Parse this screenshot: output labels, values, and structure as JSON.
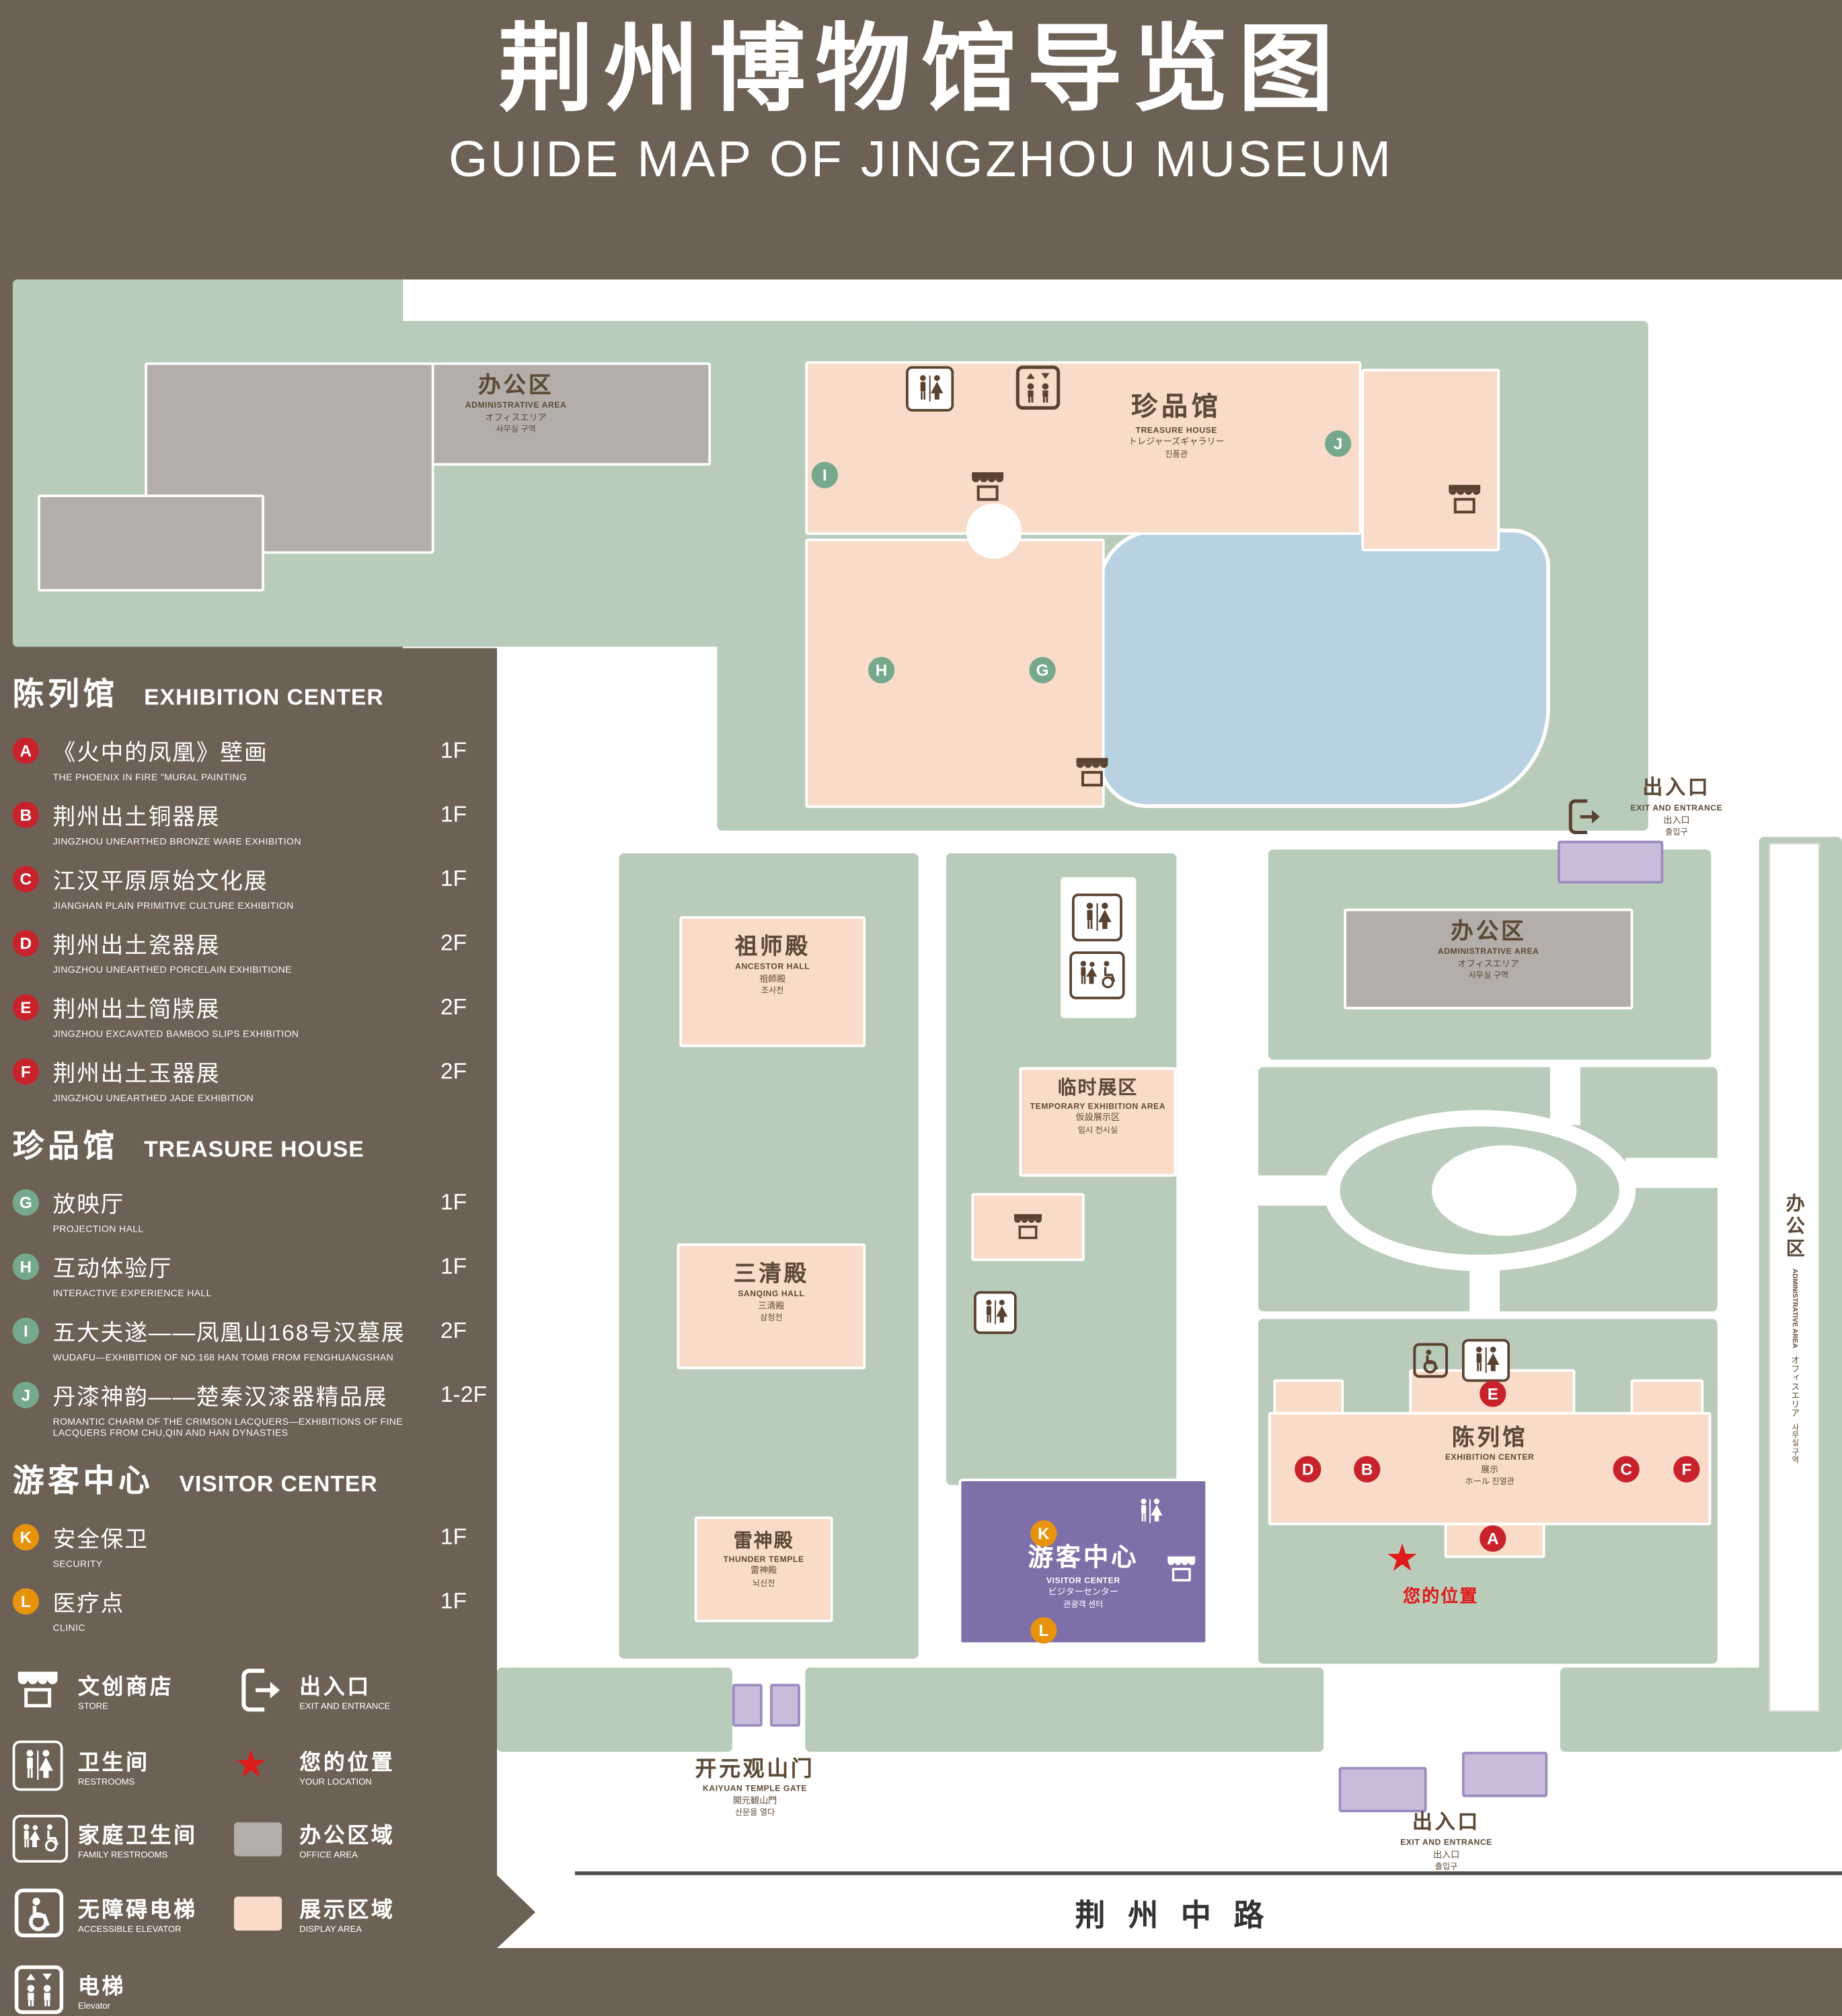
{
  "title": {
    "zh": "荆州博物馆导览图",
    "en": "GUIDE MAP OF JINGZHOU MUSEUM"
  },
  "palette": {
    "background": "#6D6156",
    "lawn": "#B9CCBA",
    "display_area": "#F8DCC9",
    "office_area": "#B3AEAA",
    "water": "#B8D2E2",
    "visitor_center": "#7F6FA8",
    "entrance": "#C9BCDB",
    "marker_red": "#C8232C",
    "marker_green": "#76A98C",
    "marker_orange": "#E8930C",
    "location_red": "#E01B1B"
  },
  "legend": {
    "sections": [
      {
        "title_zh": "陈列馆",
        "title_en": "EXHIBITION CENTER",
        "items": [
          {
            "letter": "A",
            "zh": "《火中的凤凰》壁画",
            "en": "THE PHOENIX IN FIRE \"MURAL PAINTING",
            "floor": "1F"
          },
          {
            "letter": "B",
            "zh": "荆州出土铜器展",
            "en": "JINGZHOU UNEARTHED BRONZE WARE EXHIBITION",
            "floor": "1F"
          },
          {
            "letter": "C",
            "zh": "江汉平原原始文化展",
            "en": "JIANGHAN PLAIN PRIMITIVE CULTURE EXHIBITION",
            "floor": "1F"
          },
          {
            "letter": "D",
            "zh": "荆州出土瓷器展",
            "en": "JINGZHOU UNEARTHED PORCELAIN EXHIBITIONE",
            "floor": "2F"
          },
          {
            "letter": "E",
            "zh": "荆州出土简牍展",
            "en": "JINGZHOU EXCAVATED BAMBOO SLIPS EXHIBITION",
            "floor": "2F"
          },
          {
            "letter": "F",
            "zh": "荆州出土玉器展",
            "en": "JINGZHOU UNEARTHED JADE EXHIBITION",
            "floor": "2F"
          }
        ]
      },
      {
        "title_zh": "珍品馆",
        "title_en": "TREASURE HOUSE",
        "items": [
          {
            "letter": "G",
            "zh": "放映厅",
            "en": "PROJECTION HALL",
            "floor": "1F"
          },
          {
            "letter": "H",
            "zh": "互动体验厅",
            "en": "INTERACTIVE EXPERIENCE HALL",
            "floor": "1F"
          },
          {
            "letter": "I",
            "zh": "五大夫遂——凤凰山168号汉墓展",
            "en": "WUDAFU—EXHIBITION OF NO.168 HAN TOMB FROM FENGHUANGSHAN",
            "floor": "2F"
          },
          {
            "letter": "J",
            "zh": "丹漆神韵——楚秦汉漆器精品展",
            "en": "ROMANTIC CHARM OF THE CRIMSON LACQUERS—EXHIBITIONS OF FINE LACQUERS FROM CHU,QIN AND HAN DYNASTIES",
            "floor": "1-2F"
          }
        ]
      },
      {
        "title_zh": "游客中心",
        "title_en": "VISITOR CENTER",
        "items": [
          {
            "letter": "K",
            "zh": "安全保卫",
            "en": "SECURITY",
            "floor": "1F"
          },
          {
            "letter": "L",
            "zh": "医疗点",
            "en": "CLINIC",
            "floor": "1F"
          }
        ]
      }
    ],
    "symbols": [
      {
        "zh": "文创商店",
        "en": "STORE"
      },
      {
        "zh": "出入口",
        "en": "EXIT AND ENTRANCE"
      },
      {
        "zh": "卫生间",
        "en": "RESTROOMS"
      },
      {
        "zh": "您的位置",
        "en": "YOUR LOCATION"
      },
      {
        "zh": "家庭卫生间",
        "en": "FAMILY RESTROOMS"
      },
      {
        "zh": "办公区域",
        "en": "OFFICE AREA"
      },
      {
        "zh": "无障碍电梯",
        "en": "ACCESSIBLE ELEVATOR"
      },
      {
        "zh": "展示区域",
        "en": "DISPLAY AREA"
      },
      {
        "zh": "电梯",
        "en": "Elevator"
      }
    ]
  },
  "map": {
    "buildings": {
      "admin": {
        "lines": [
          "办公区",
          "ADMINISTRATIVE AREA",
          "オフィスエリア",
          "사무실 구역"
        ]
      },
      "treasure": {
        "lines": [
          "珍品馆",
          "TREASURE HOUSE",
          "トレジャーズギャラリー",
          "진품관"
        ]
      },
      "ancestor": {
        "lines": [
          "祖师殿",
          "ANCESTOR HALL",
          "祖師殿",
          "조사전"
        ]
      },
      "temporary": {
        "lines": [
          "临时展区",
          "TEMPORARY EXHIBITION AREA",
          "仮設展示区",
          "임시 전시실"
        ]
      },
      "sanqing": {
        "lines": [
          "三清殿",
          "SANQING HALL",
          "三清殿",
          "삼청전"
        ]
      },
      "thunder": {
        "lines": [
          "雷神殿",
          "THUNDER TEMPLE",
          "雷神殿",
          "뇌신전"
        ]
      },
      "visitor": {
        "lines": [
          "游客中心",
          "VISITOR CENTER",
          "ビジターセンター",
          "관광객 센터"
        ]
      },
      "exhibition": {
        "lines": [
          "陈列馆",
          "EXHIBITION CENTER",
          "展示",
          "ホール 진열관"
        ]
      },
      "gate": {
        "lines": [
          "开元观山门",
          "KAIYUAN TEMPLE GATE",
          "開元観山門",
          "산문을 열다"
        ]
      },
      "exit": {
        "lines": [
          "出入口",
          "EXIT AND ENTRANCE",
          "出入口",
          "출입구"
        ]
      }
    },
    "road": "荆州中路",
    "your_location": "您的位置",
    "markers": {
      "A": "A",
      "B": "B",
      "C": "C",
      "D": "D",
      "E": "E",
      "F": "F",
      "G": "G",
      "H": "H",
      "I": "I",
      "J": "J",
      "K": "K",
      "L": "L"
    }
  }
}
